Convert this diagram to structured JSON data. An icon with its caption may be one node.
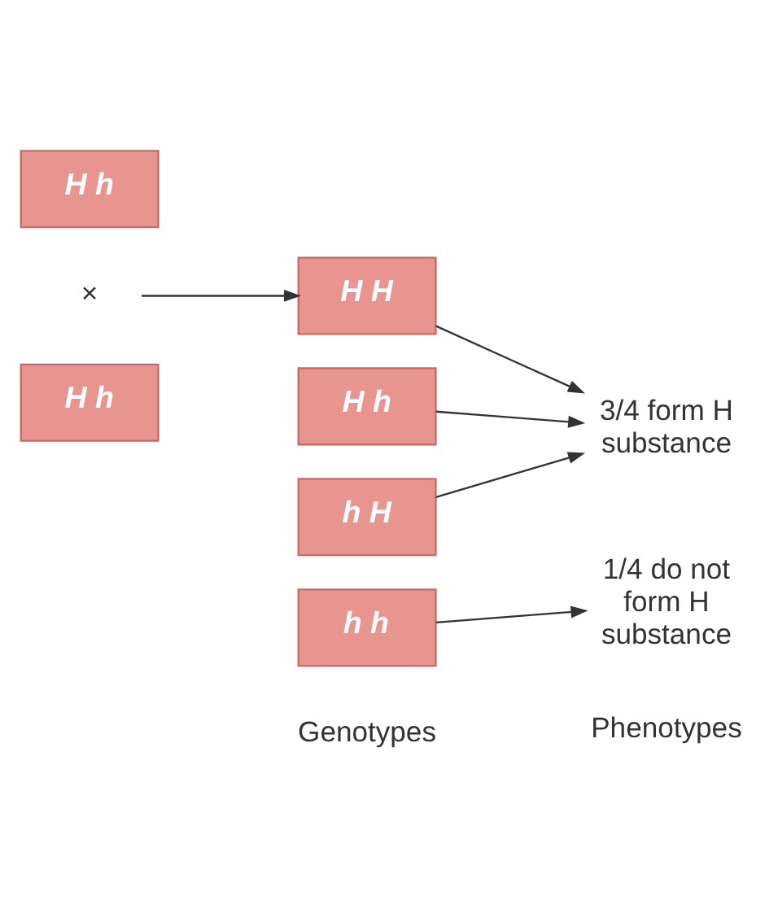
{
  "diagram": {
    "nodes": [
      {
        "text": [
          "H h"
        ]
      },
      {
        "text": [
          "×"
        ]
      },
      {
        "text": [
          "H h"
        ]
      },
      {
        "text": [
          "H H"
        ]
      },
      {
        "text": [
          "H h"
        ]
      },
      {
        "text": [
          "h H"
        ]
      },
      {
        "text": [
          "h h"
        ]
      },
      {
        "text": [
          "3/4 form H substance"
        ]
      },
      {
        "text": [
          "1/4 do not form H substance"
        ]
      }
    ],
    "edges": [
      {
        "from": 1,
        "to": 3,
        "arrow": "to"
      },
      {
        "from": 3,
        "to": 7,
        "arrow": "to"
      },
      {
        "from": 4,
        "to": 7,
        "arrow": "to"
      },
      {
        "from": 5,
        "to": 7,
        "arrow": "to"
      },
      {
        "from": 6,
        "to": 8,
        "arrow": "to"
      }
    ],
    "labels": [
      "Genotypes",
      "Phenotypes"
    ]
  }
}
